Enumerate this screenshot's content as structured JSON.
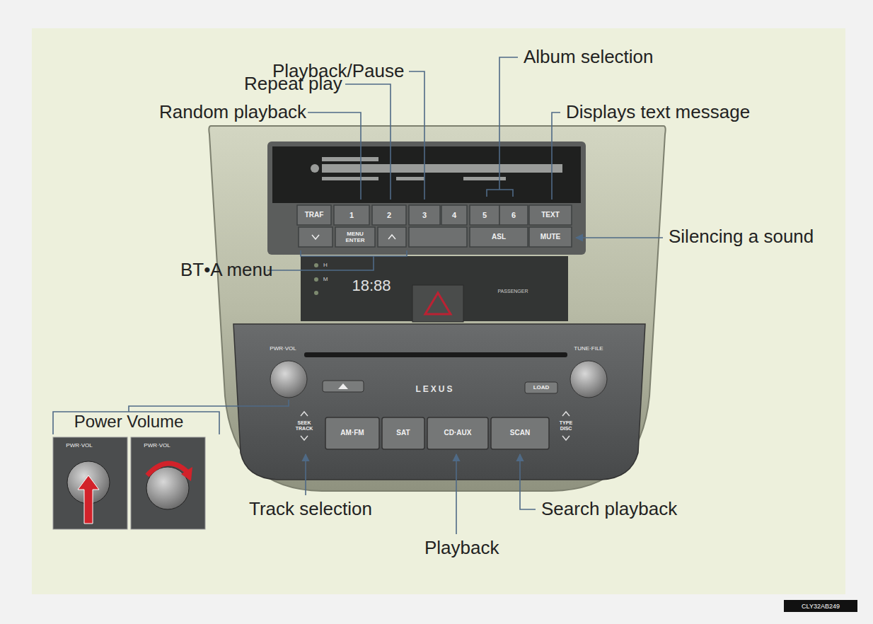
{
  "diagram": {
    "labels": [
      "Playback/Pause",
      "Album selection",
      "Repeat play",
      "Random playback",
      "Displays text message",
      "Silencing a sound",
      "BT•A menu",
      "Power Volume",
      "Track selection",
      "Playback",
      "Search playback",
      "TRAF",
      "1",
      "2",
      "3",
      "4",
      "5",
      "6",
      "TEXT",
      "MENU ENTER",
      "ASL",
      "MUTE",
      "H",
      "M",
      "18:88",
      "PASSENGER",
      "PWR·VOL",
      "TUNE·FILE",
      "LEXUS",
      "LOAD",
      "AM·FM",
      "SAT",
      "CD·AUX",
      "SCAN",
      "SEEK TRACK",
      "TYPE DISC",
      "PWR·VOL",
      "PWR·VOL",
      "CLY32AB249"
    ]
  }
}
